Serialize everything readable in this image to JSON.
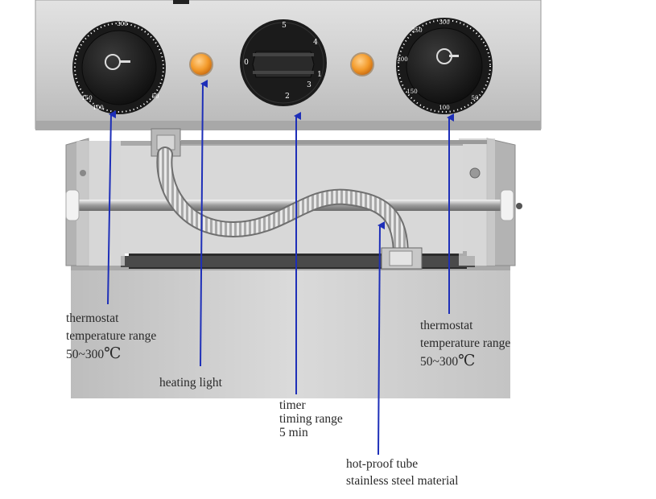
{
  "callouts": {
    "left_thermostat": {
      "line1": "thermostat",
      "line2": "temperature range",
      "line3": "50~300",
      "unit": "℃"
    },
    "heating_light": {
      "line1": "heating light"
    },
    "timer": {
      "line1": "timer",
      "line2": "timing range",
      "line3": "5 min"
    },
    "tube": {
      "line1": "hot-proof tube",
      "line2": "stainless steel material"
    },
    "right_thermostat": {
      "line1": "thermostat",
      "line2": "temperature range",
      "line3": "50~300",
      "unit": "℃"
    }
  },
  "dial_markings": {
    "left_thermostat": [
      "300",
      "50",
      "100",
      "150"
    ],
    "timer": [
      "0",
      "1",
      "2",
      "3",
      "4",
      "5"
    ],
    "right_thermostat": [
      "300",
      "250",
      "200",
      "150",
      "100",
      "50"
    ]
  },
  "colors": {
    "arrow": "#1e2fb8",
    "steel": "#c9c9c9",
    "knob": "#1c1c1c",
    "lamp": "#f39a2a",
    "text": "#2a2a2a"
  }
}
